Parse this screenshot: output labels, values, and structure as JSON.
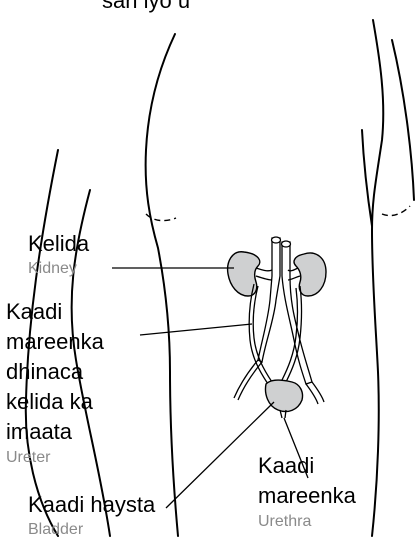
{
  "top_caption": "san iyo u",
  "labels": {
    "kidney": {
      "primary": "Kelida",
      "secondary": "Kidney"
    },
    "ureter": {
      "primary_lines": [
        "Kaadi",
        "mareenka",
        "dhinaca",
        "kelida ka",
        "imaata"
      ],
      "secondary": "Ureter"
    },
    "urethra": {
      "primary_lines": [
        "Kaadi",
        "mareenka"
      ],
      "secondary": "Urethra"
    },
    "bladder": {
      "primary": "Kaadi haysta",
      "secondary": "Bladder"
    }
  },
  "colors": {
    "organ_fill": "#cfd0d1",
    "secondary_text": "#8a8a8a",
    "line": "#000000"
  }
}
